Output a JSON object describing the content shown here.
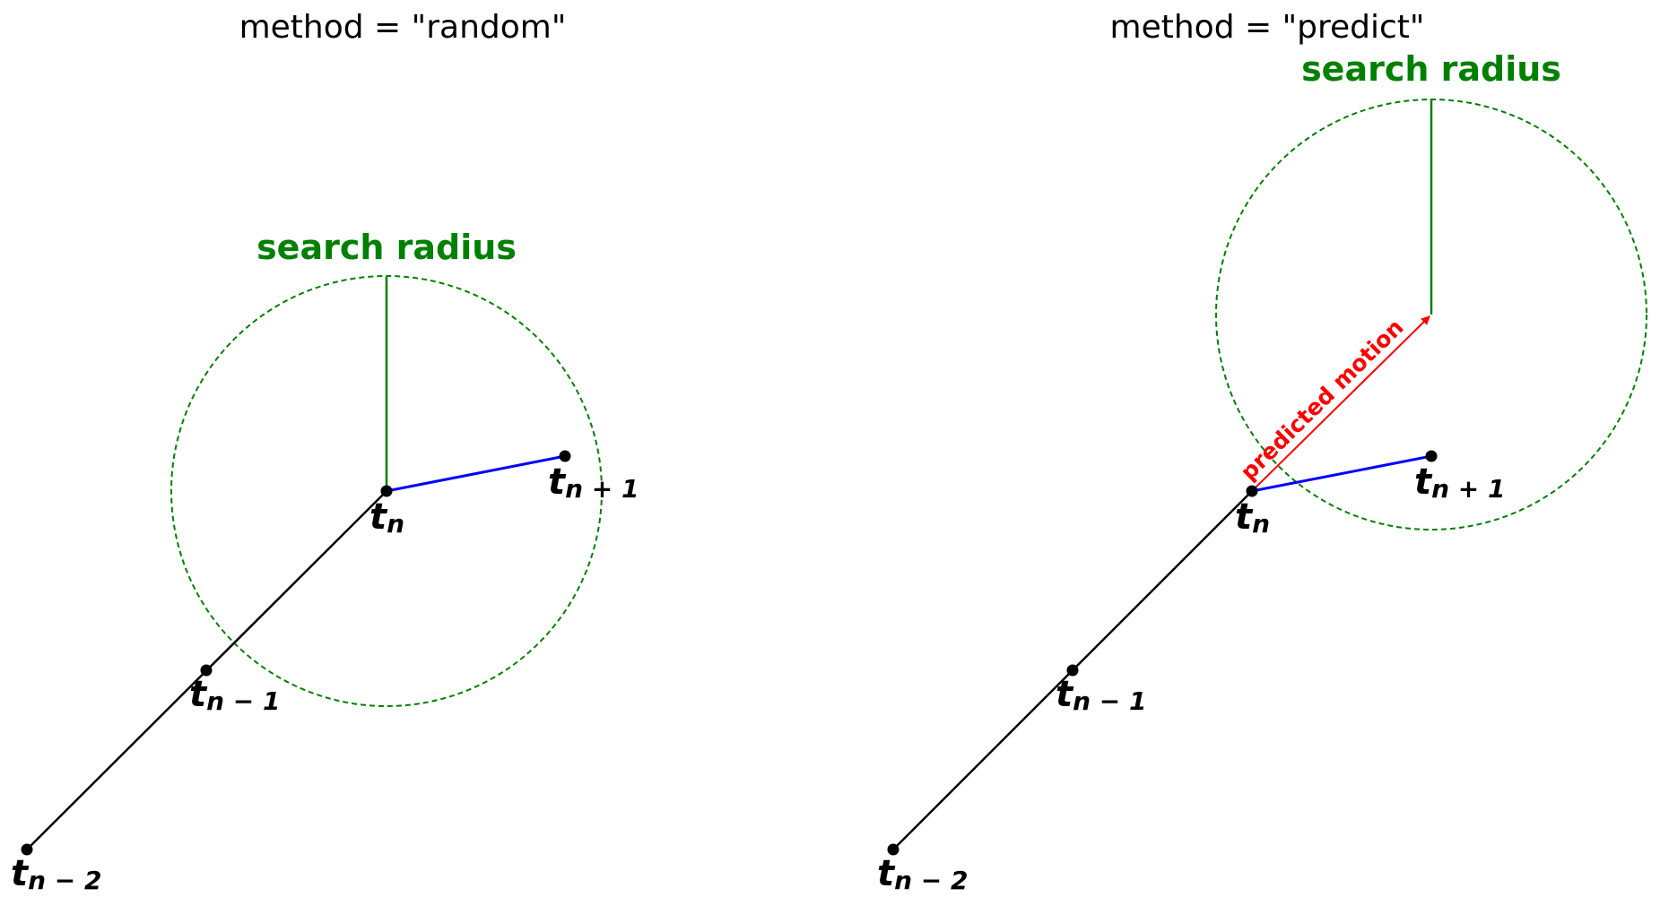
{
  "colors": {
    "trajectory": "#000000",
    "link": "#0000ff",
    "radius": "#008000",
    "motion": "#ff0000",
    "point": "#000000",
    "text": "#000000"
  },
  "panels": [
    {
      "id": "random",
      "title": "method = \"random\"",
      "search_radius_label": "search radius",
      "points": [
        {
          "id": "t_n_minus_2",
          "letter": "t",
          "subscript": "n − 2"
        },
        {
          "id": "t_n_minus_1",
          "letter": "t",
          "subscript": "n − 1"
        },
        {
          "id": "t_n",
          "letter": "t",
          "subscript": "n"
        },
        {
          "id": "t_n_plus_1",
          "letter": "t",
          "subscript": "n + 1"
        }
      ]
    },
    {
      "id": "predict",
      "title": "method = \"predict\"",
      "search_radius_label": "search radius",
      "predicted_motion_label": "predicted motion",
      "points": [
        {
          "id": "t_n_minus_2",
          "letter": "t",
          "subscript": "n − 2"
        },
        {
          "id": "t_n_minus_1",
          "letter": "t",
          "subscript": "n − 1"
        },
        {
          "id": "t_n",
          "letter": "t",
          "subscript": "n"
        },
        {
          "id": "t_n_plus_1",
          "letter": "t",
          "subscript": "n + 1"
        }
      ]
    }
  ]
}
